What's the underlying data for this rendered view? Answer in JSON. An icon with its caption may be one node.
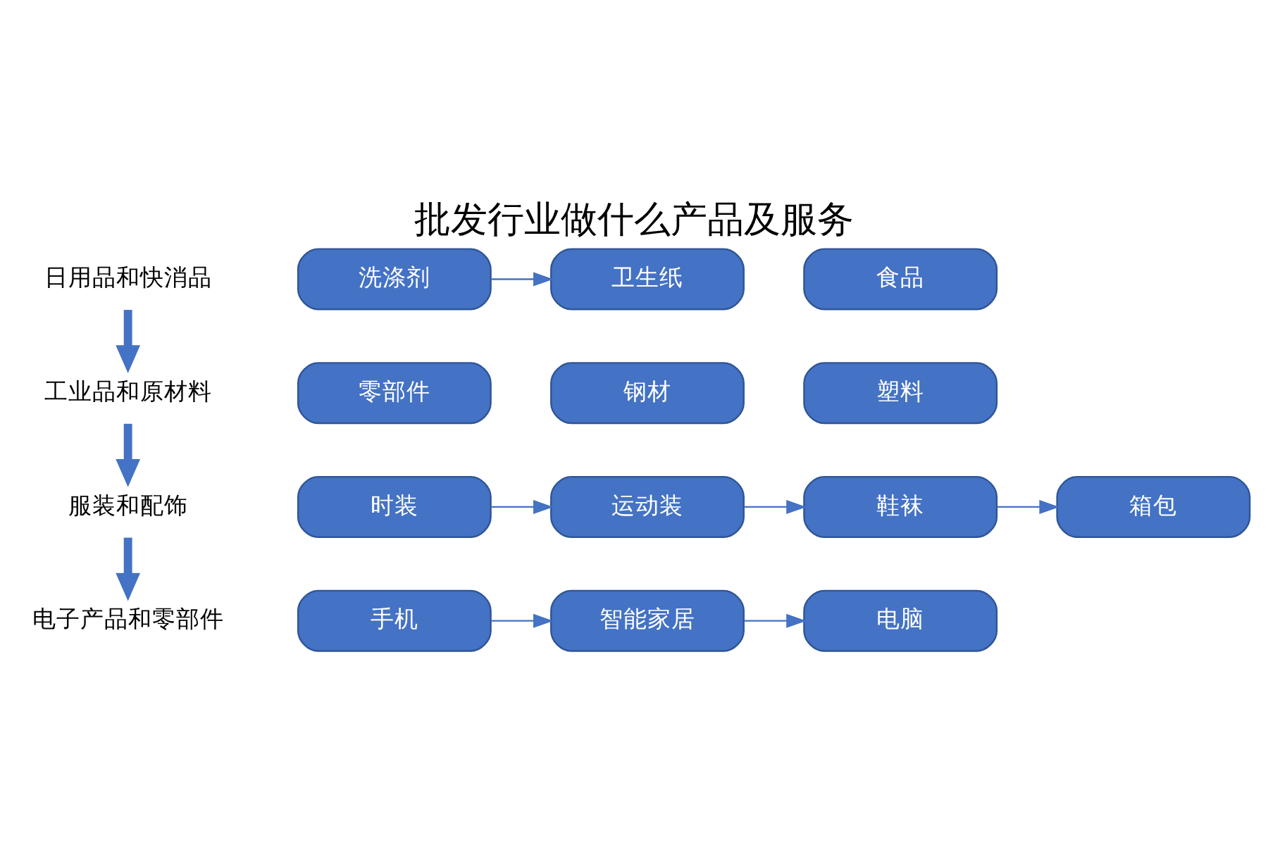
{
  "diagram": {
    "title": "批发行业做什么产品及服务",
    "nodes": [
      {
        "text": [
          "日用品和快消品"
        ]
      },
      {
        "text": [
          "洗涤剂"
        ]
      },
      {
        "text": [
          "卫生纸"
        ]
      },
      {
        "text": [
          "食品"
        ]
      },
      {
        "text": [
          "工业品和原材料"
        ]
      },
      {
        "text": [
          "零部件"
        ]
      },
      {
        "text": [
          "钢材"
        ]
      },
      {
        "text": [
          "塑料"
        ]
      },
      {
        "text": [
          "服装和配饰"
        ]
      },
      {
        "text": [
          "时装"
        ]
      },
      {
        "text": [
          "运动装"
        ]
      },
      {
        "text": [
          "鞋袜"
        ]
      },
      {
        "text": [
          "箱包"
        ]
      },
      {
        "text": [
          "电子产品和零部件"
        ]
      },
      {
        "text": [
          "手机"
        ]
      },
      {
        "text": [
          "智能家居"
        ]
      },
      {
        "text": [
          "电脑"
        ]
      }
    ],
    "edges": [
      {
        "from": 0,
        "to": 4,
        "arrow": "to",
        "style": "thick"
      },
      {
        "from": 4,
        "to": 8,
        "arrow": "to",
        "style": "thick"
      },
      {
        "from": 8,
        "to": 13,
        "arrow": "to",
        "style": "thick"
      },
      {
        "from": 1,
        "to": 2,
        "arrow": "to"
      },
      {
        "from": 9,
        "to": 10,
        "arrow": "to"
      },
      {
        "from": 10,
        "to": 11,
        "arrow": "to"
      },
      {
        "from": 11,
        "to": 12,
        "arrow": "to"
      },
      {
        "from": 14,
        "to": 15,
        "arrow": "to"
      },
      {
        "from": 15,
        "to": 16,
        "arrow": "to"
      }
    ]
  }
}
